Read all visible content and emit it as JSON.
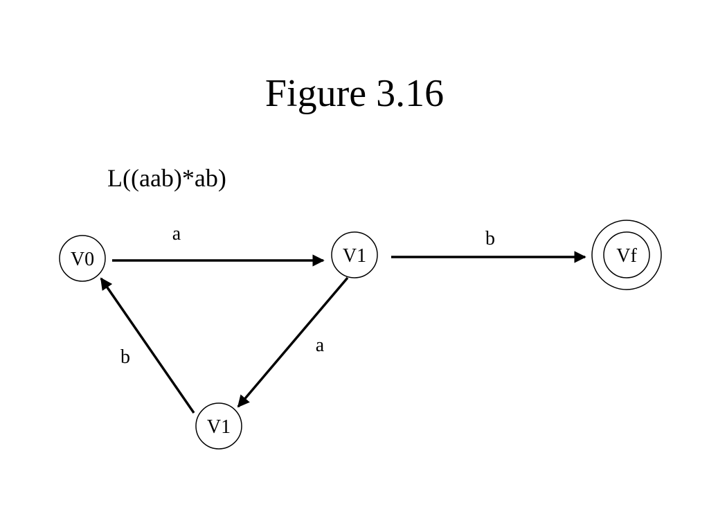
{
  "slide": {
    "title": "Figure 3.16",
    "language": "L((aab)*ab)"
  },
  "diagram": {
    "states": [
      {
        "id": "v0",
        "label": "V0",
        "accepting": false
      },
      {
        "id": "v1_top",
        "label": "V1",
        "accepting": false
      },
      {
        "id": "vf",
        "label": "Vf",
        "accepting": true
      },
      {
        "id": "v1_bottom",
        "label": "V1",
        "accepting": false
      }
    ],
    "transitions": [
      {
        "from": "V0",
        "to": "V1",
        "symbol": "a"
      },
      {
        "from": "V1",
        "to": "Vf",
        "symbol": "b"
      },
      {
        "from": "V1",
        "to": "V1",
        "symbol": "a"
      },
      {
        "from": "V1",
        "to": "V0",
        "symbol": "b"
      }
    ]
  },
  "colors": {
    "ink": "#000000",
    "background": "#ffffff"
  }
}
